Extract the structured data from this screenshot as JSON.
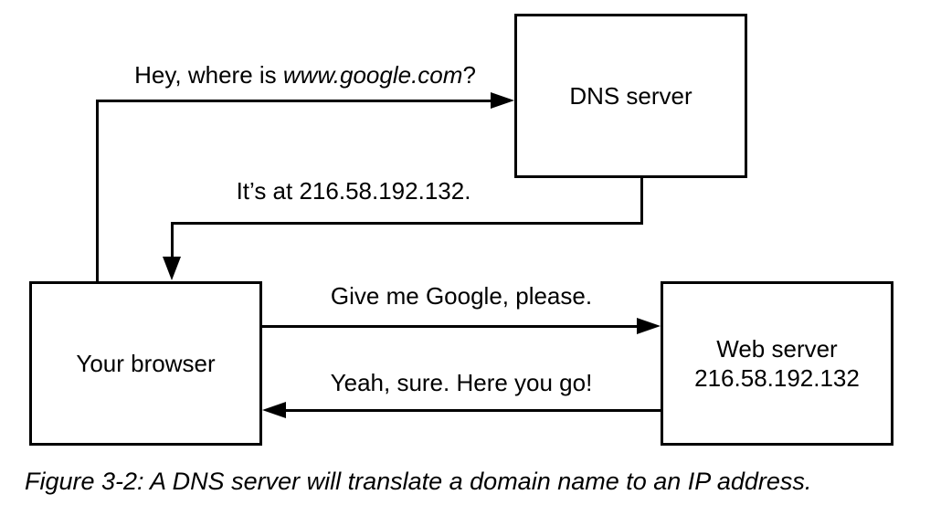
{
  "diagram": {
    "nodes": {
      "dns_server": {
        "label": "DNS server"
      },
      "browser": {
        "label": "Your browser"
      },
      "web_server": {
        "label_line1": "Web server",
        "label_line2": "216.58.192.132"
      }
    },
    "messages": {
      "query_prefix": "Hey, where is ",
      "query_domain": "www.google.com",
      "query_suffix": "?",
      "dns_response": "It’s at 216.58.192.132.",
      "request": "Give me Google, please.",
      "reply": "Yeah, sure. Here you go!"
    },
    "caption": "Figure 3-2: A DNS server will translate a domain name to an IP address.",
    "colors": {
      "line": "#000000",
      "text": "#000000",
      "background": "#ffffff"
    }
  }
}
